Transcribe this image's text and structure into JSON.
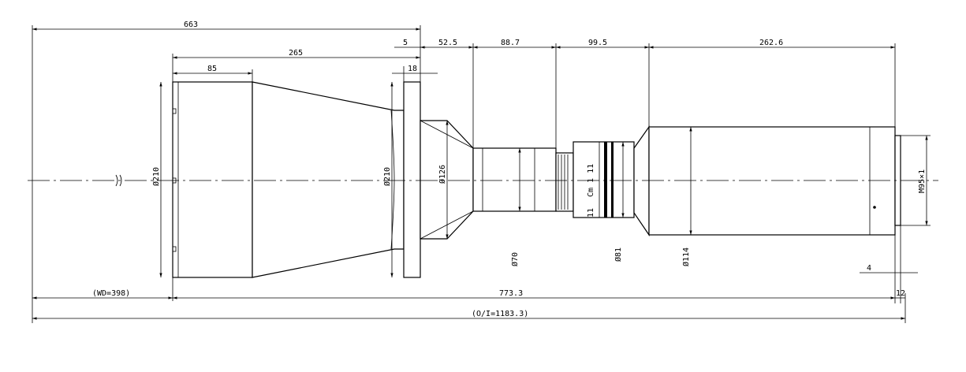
{
  "dimensions": {
    "top_663": "663",
    "top_265": "265",
    "top_85": "85",
    "top_5": "5",
    "top_18": "18",
    "top_52_5": "52.5",
    "top_88_7": "88.7",
    "top_99_5": "99.5",
    "top_262_6": "262.6",
    "dia_210_front": "Ø210",
    "dia_210_rear": "Ø210",
    "dia_126": "Ø126",
    "dia_70": "Ø70",
    "dia_81": "Ø81",
    "dia_114": "Ø114",
    "thread": "M95×1",
    "bot_4": "4",
    "bot_12": "12",
    "wd": "(WD=398)",
    "bot_773_3": "773.3",
    "oi": "(O/I=1183.3)"
  },
  "engravings": {
    "focus_text": "Cm 1 11",
    "mark_left": "11"
  },
  "colors": {
    "line": "#000000",
    "background": "#ffffff"
  }
}
